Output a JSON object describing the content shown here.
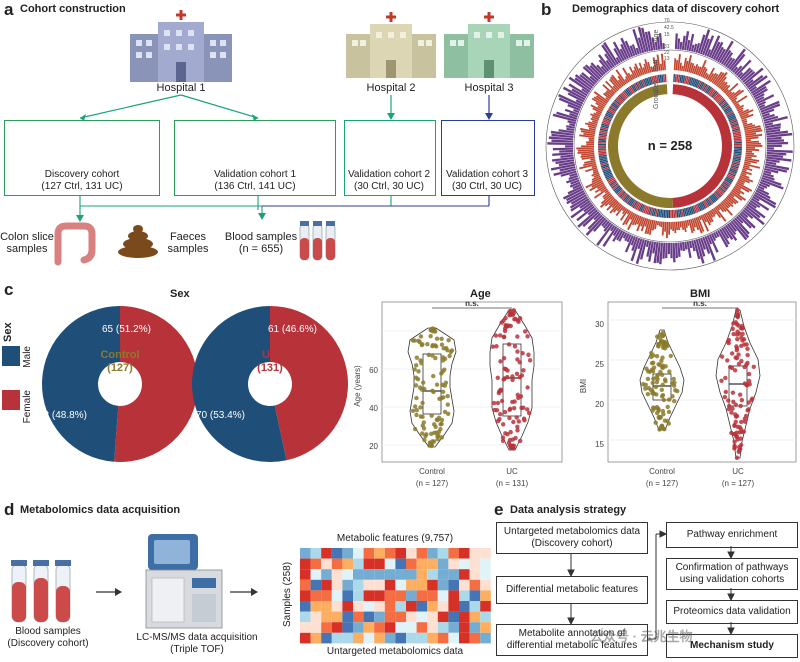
{
  "panel_a": {
    "letter": "a",
    "title": "Cohort construction",
    "hospitals": [
      "Hospital 1",
      "Hospital 2",
      "Hospital 3"
    ],
    "cohorts": [
      {
        "name": "Discovery cohort",
        "detail": "(127 Ctrl, 131 UC)"
      },
      {
        "name": "Validation cohort 1",
        "detail": "(136 Ctrl, 141 UC)"
      },
      {
        "name": "Validation cohort 2",
        "detail": "(30 Ctrl, 30 UC)"
      },
      {
        "name": "Validation cohort 3",
        "detail": "(30 Ctrl, 30 UC)"
      }
    ],
    "samples": {
      "colon": "Colon slice samples",
      "faeces": "Faeces samples",
      "blood": "Blood samples",
      "blood_n": "(n = 655)"
    }
  },
  "panel_b": {
    "letter": "b",
    "title": "Demographics data of discovery cohort",
    "center": "n = 258",
    "ring_labels": [
      "Age",
      "BMI",
      "Sex",
      "Group"
    ],
    "age_ticks": [
      "70",
      "42.5",
      "15"
    ],
    "bmi_ticks": [
      "31",
      "22",
      "13"
    ]
  },
  "panel_c": {
    "letter": "c",
    "sex_title": "Sex",
    "legend_title": "Sex",
    "legend": [
      "Male",
      "Female"
    ],
    "colors": {
      "male": "#1f4e79",
      "female": "#b8323a",
      "control": "#8b7a2b",
      "uc": "#b8323a"
    },
    "pies": [
      {
        "label": "Control",
        "n": "(127)",
        "male": "65 (51.2%)",
        "female": "62 (48.8%)",
        "male_frac": 0.512
      },
      {
        "label": "UC",
        "n": "(131)",
        "male": "61 (46.6%)",
        "female": "70 (53.4%)",
        "male_frac": 0.466
      }
    ],
    "age_plot": {
      "title": "Age",
      "ylabel": "Age (years)",
      "yticks": [
        "20",
        "40",
        "60"
      ],
      "sig": "n.s.",
      "groups": [
        "Control",
        "UC"
      ],
      "ns": [
        "(n = 127)",
        "(n = 131)"
      ]
    },
    "bmi_plot": {
      "title": "BMI",
      "ylabel": "BMI",
      "yticks": [
        "15",
        "20",
        "25",
        "30"
      ],
      "sig": "n.s.",
      "groups": [
        "Control",
        "UC"
      ],
      "ns": [
        "(n = 127)",
        "(n = 127)"
      ]
    }
  },
  "panel_d": {
    "letter": "d",
    "title": "Metabolomics data acquisition",
    "blood_label": "Blood samples",
    "blood_sub": "(Discovery cohort)",
    "ms_label": "LC-MS/MS data acquisition",
    "ms_sub": "(Triple TOF)",
    "heatmap_top": "Metabolic features (9,757)",
    "heatmap_side": "Samples (258)",
    "heatmap_bottom": "Untargeted metabolomics data"
  },
  "panel_e": {
    "letter": "e",
    "title": "Data analysis strategy",
    "left": [
      "Untargeted metabolomics data (Discovery cohort)",
      "Differential metabolic features",
      "Metabolite annotation of differential metabolic features"
    ],
    "right": [
      "Pathway enrichment",
      "Confirmation of pathways using validation cohorts",
      "Proteomics data validation",
      "Mechanism study"
    ]
  },
  "watermark": "公众号 · 云兆生物"
}
